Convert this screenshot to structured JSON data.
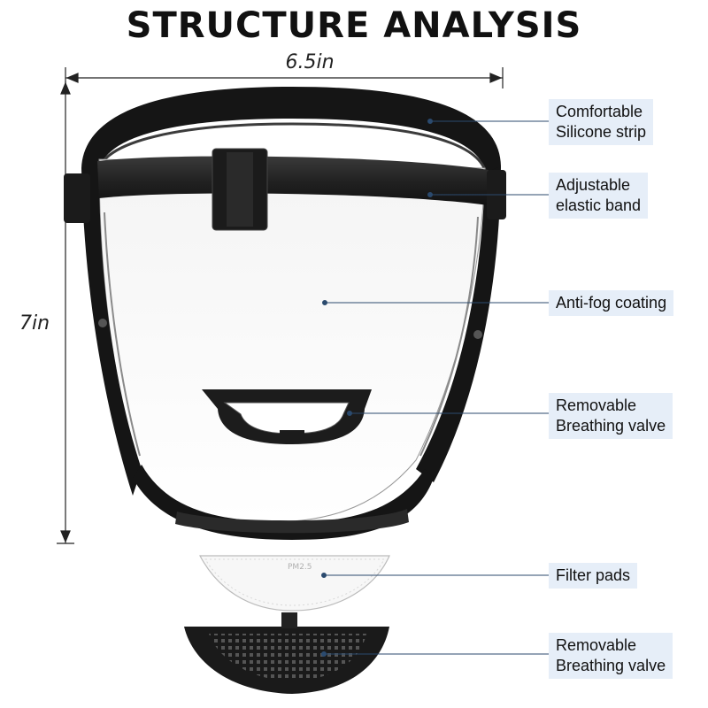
{
  "title": "STRUCTURE ANALYSIS",
  "dimensions": {
    "width": "6.5in",
    "height": "7in"
  },
  "filter_pad_marking": "PM2.5",
  "callouts": [
    {
      "line1": "Comfortable",
      "line2": "Silicone strip"
    },
    {
      "line1": "Adjustable",
      "line2": "elastic band"
    },
    {
      "line1": "Anti-fog coating",
      "line2": ""
    },
    {
      "line1": "Removable",
      "line2": "Breathing valve"
    },
    {
      "line1": "Filter pads",
      "line2": ""
    },
    {
      "line1": "Removable",
      "line2": "Breathing valve"
    }
  ],
  "colors": {
    "frame": "#151515",
    "callout_bg": "#e6eef8",
    "leader_line": "#2b4a6e"
  }
}
